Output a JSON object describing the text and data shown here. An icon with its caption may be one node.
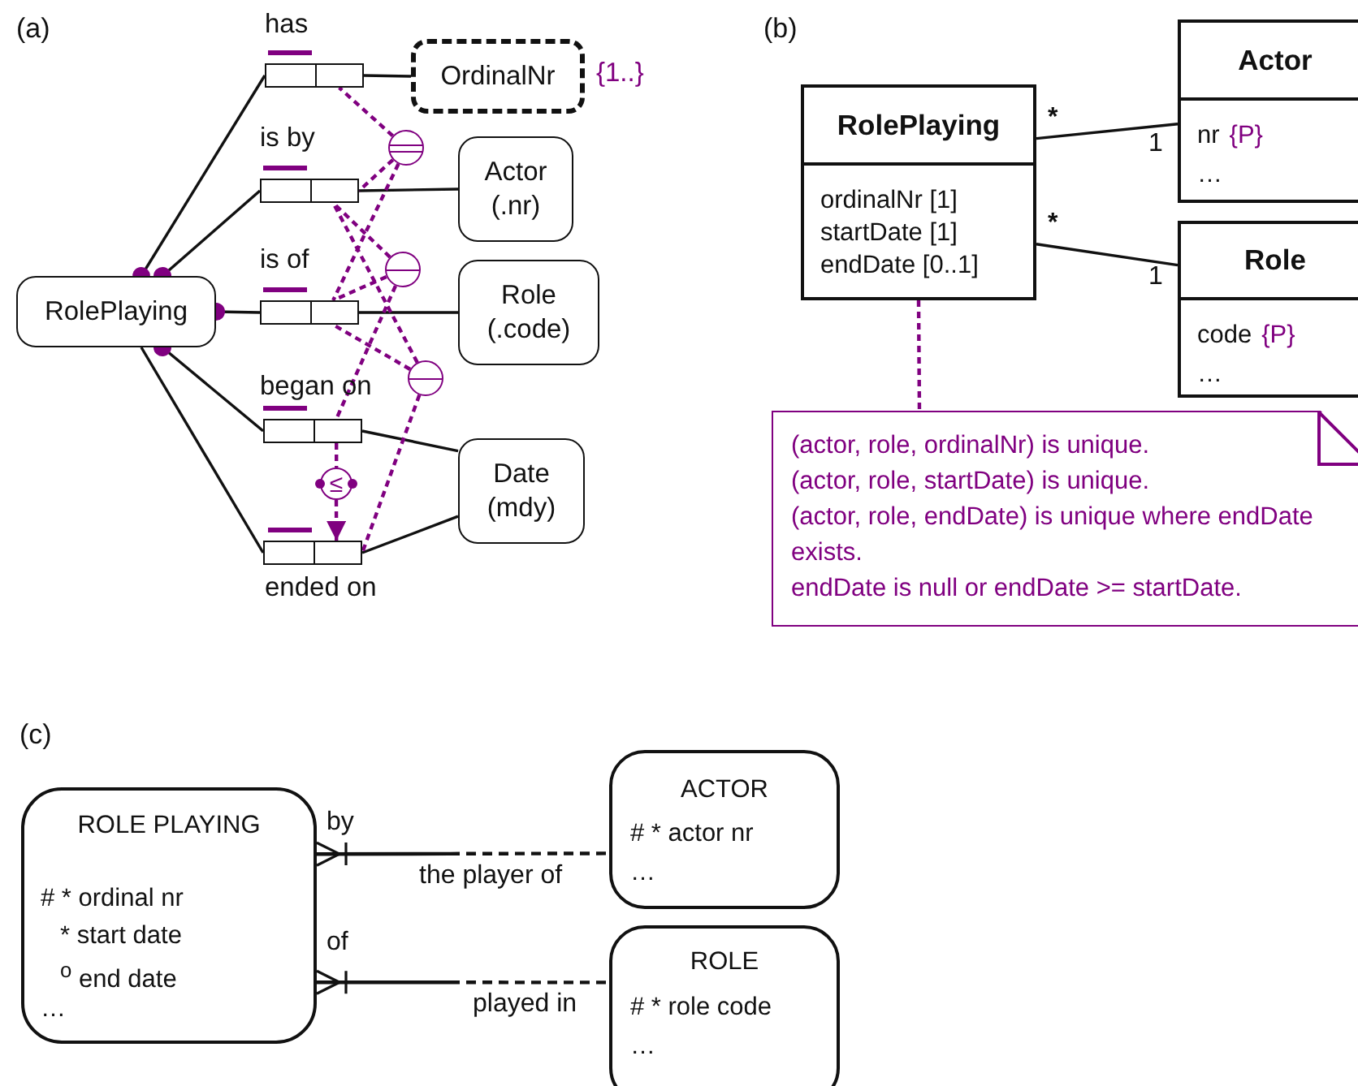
{
  "diagram": {
    "nodes": [
      {
        "text": [
          "RolePlaying"
        ]
      },
      {
        "text": [
          "OrdinalNr"
        ],
        "beside": [
          "{1..}"
        ]
      },
      {
        "text": [
          "Actor (.nr)"
        ]
      },
      {
        "text": [
          "Role (.code)"
        ]
      },
      {
        "text": [
          "Date (mdy)"
        ]
      },
      {
        "text": [
          "has"
        ]
      },
      {
        "text": [
          "is by"
        ]
      },
      {
        "text": [
          "is of"
        ]
      },
      {
        "text": [
          "began on"
        ]
      },
      {
        "text": [
          "ended on"
        ]
      },
      {
        "text": [],
        "shape": "circle"
      },
      {
        "text": [],
        "shape": "circle"
      },
      {
        "text": [],
        "shape": "circle"
      },
      {
        "text": [
          "≤"
        ]
      },
      {
        "text": [
          "RolePlaying",
          "ordinalNr [1]",
          "startDate [1]",
          "endDate [0..1]"
        ]
      },
      {
        "text": [
          "Actor",
          "nr",
          "{P}",
          "…"
        ]
      },
      {
        "text": [
          "Role",
          "code",
          "{P}",
          "…"
        ]
      },
      {
        "text": [
          "(actor, role, ordinalNr) is unique.",
          "(actor, role, startDate) is unique.",
          "(actor, role, endDate) is unique where endDate exists.",
          "endDate is null or endDate >= startDate."
        ]
      },
      {
        "text": [
          "ROLE PLAYING",
          "# * ordinal nr",
          "* start date",
          "$^{o}$ end date",
          "…"
        ]
      },
      {
        "text": [
          "ACTOR",
          "# * actor nr",
          "…"
        ]
      },
      {
        "text": [
          "ROLE",
          "# * role code",
          "…"
        ]
      }
    ],
    "edges": [
      {
        "from": 0,
        "to": 5,
        "arrow": "other"
      },
      {
        "from": 5,
        "to": 1,
        "arrow": "none"
      },
      {
        "from": 0,
        "to": 6,
        "arrow": "other"
      },
      {
        "from": 6,
        "to": 2,
        "arrow": "none"
      },
      {
        "from": 0,
        "to": 7,
        "arrow": "other"
      },
      {
        "from": 7,
        "to": 3,
        "arrow": "none"
      },
      {
        "from": 0,
        "to": 8,
        "arrow": "other"
      },
      {
        "from": 8,
        "to": 4,
        "arrow": "none"
      },
      {
        "from": 0,
        "to": 9,
        "arrow": "none"
      },
      {
        "from": 9,
        "to": 4,
        "arrow": "none"
      },
      {
        "from": 10,
        "to": 5,
        "arrow": "none",
        "style": "dashed",
        "color": "#800080"
      },
      {
        "from": 10,
        "to": 6,
        "arrow": "none",
        "style": "dashed",
        "color": "#800080"
      },
      {
        "from": 10,
        "to": 7,
        "arrow": "none",
        "style": "dashed",
        "color": "#800080"
      },
      {
        "from": 11,
        "to": 6,
        "arrow": "none",
        "style": "dashed",
        "color": "#800080"
      },
      {
        "from": 11,
        "to": 7,
        "arrow": "none",
        "style": "dashed",
        "color": "#800080"
      },
      {
        "from": 11,
        "to": 8,
        "arrow": "none",
        "style": "dashed",
        "color": "#800080"
      },
      {
        "from": 12,
        "to": 6,
        "arrow": "none",
        "style": "dashed",
        "color": "#800080"
      },
      {
        "from": 12,
        "to": 7,
        "arrow": "none",
        "style": "dashed",
        "color": "#800080"
      },
      {
        "from": 12,
        "to": 9,
        "arrow": "none",
        "style": "dashed",
        "color": "#800080"
      },
      {
        "from": 8,
        "to": 13,
        "arrow": "none",
        "style": "dashed",
        "color": "#800080"
      },
      {
        "from": 13,
        "to": 9,
        "arrow": "to",
        "style": "dashed",
        "color": "#800080"
      },
      {
        "from": 14,
        "to": 15,
        "arrow": "none"
      },
      {
        "from": 14,
        "to": 16,
        "arrow": "none"
      },
      {
        "from": 14,
        "to": 17,
        "arrow": "none",
        "style": "dashed",
        "color": "#800080"
      },
      {
        "from": 18,
        "to": 19,
        "arrow": "other",
        "style": "dashed"
      },
      {
        "from": 18,
        "to": 20,
        "arrow": "other",
        "style": "dashed"
      }
    ],
    "labels": [
      "(a)",
      "(b)",
      "*",
      "1",
      "*",
      "1",
      "(c)",
      "by",
      "the player of",
      "of",
      "played in"
    ]
  }
}
